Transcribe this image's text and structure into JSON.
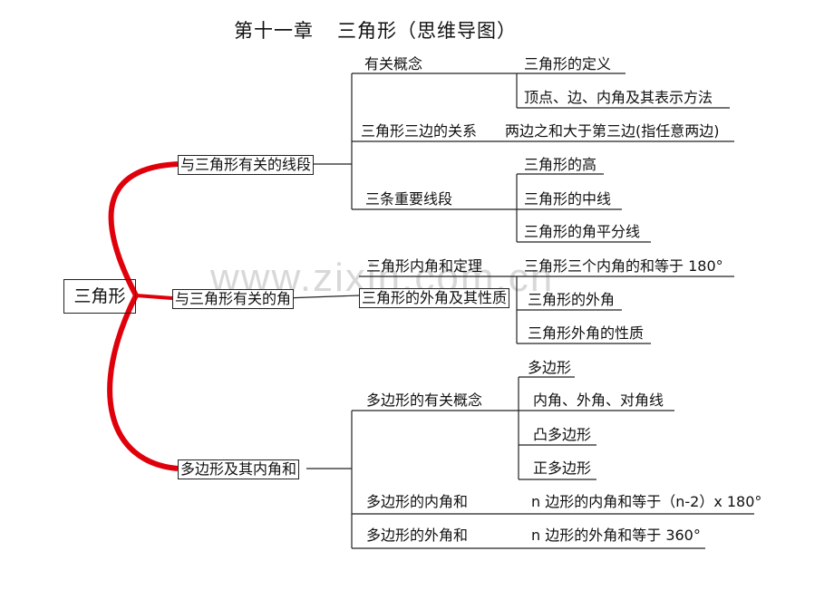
{
  "title": {
    "chapter": "第十一章",
    "subject": "三角形（思维导图）"
  },
  "watermark": "www.zixin.com.cn",
  "colors": {
    "main_branch": "#e0000b",
    "line": "#222222"
  },
  "root": "三角形",
  "branches": [
    {
      "label": "与三角形有关的线段",
      "groups": [
        {
          "label": "有关概念",
          "items": [
            "三角形的定义",
            "顶点、边、内角及其表示方法"
          ]
        },
        {
          "label": "三角形三边的关系",
          "items": [
            "两边之和大于第三边(指任意两边)"
          ]
        },
        {
          "label": "三条重要线段",
          "items": [
            "三角形的高",
            "三角形的中线",
            "三角形的角平分线"
          ]
        }
      ]
    },
    {
      "label": "与三角形有关的角",
      "groups": [
        {
          "label": "三角形内角和定理",
          "items": [
            "三角形三个内角的和等于 180°"
          ]
        },
        {
          "label": "三角形的外角及其性质",
          "items": [
            "三角形的外角",
            "三角形外角的性质"
          ]
        }
      ]
    },
    {
      "label": "多边形及其内角和",
      "groups": [
        {
          "label": "多边形的有关概念",
          "items": [
            "多边形",
            "内角、外角、对角线",
            "凸多边形",
            "正多边形"
          ]
        },
        {
          "label": "多边形的内角和",
          "items": [
            "n 边形的内角和等于（n-2）x 180°"
          ]
        },
        {
          "label": "多边形的外角和",
          "items": [
            "n 边形的外角和等于 360°"
          ]
        }
      ]
    }
  ]
}
